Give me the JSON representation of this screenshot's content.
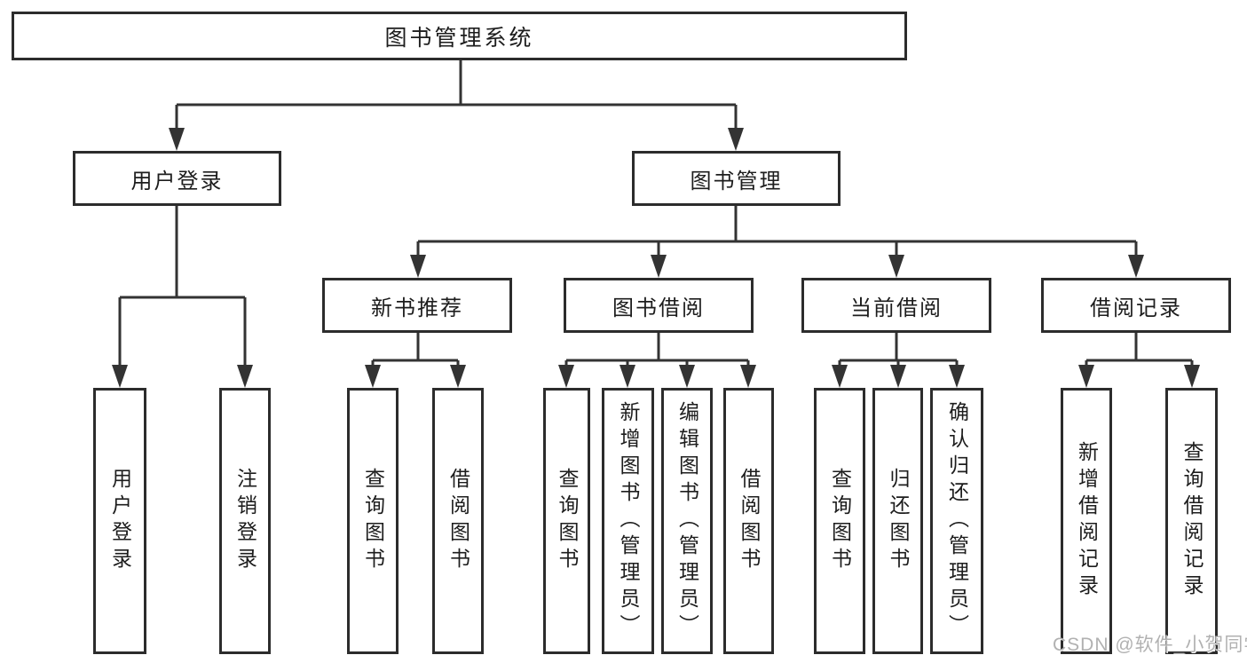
{
  "tree": {
    "label": "图书管理系统",
    "children": [
      {
        "label": "用户登录",
        "children": [
          {
            "label": "用户登录"
          },
          {
            "label": "注销登录"
          }
        ]
      },
      {
        "label": "图书管理",
        "children": [
          {
            "label": "新书推荐",
            "children": [
              {
                "label": "查询图书"
              },
              {
                "label": "借阅图书"
              }
            ]
          },
          {
            "label": "图书借阅",
            "children": [
              {
                "label": "查询图书"
              },
              {
                "label": "新增图书（管理员）"
              },
              {
                "label": "编辑图书（管理员）"
              },
              {
                "label": "借阅图书"
              }
            ]
          },
          {
            "label": "当前借阅",
            "children": [
              {
                "label": "查询图书"
              },
              {
                "label": "归还图书"
              },
              {
                "label": "确认归还（管理员）"
              }
            ]
          },
          {
            "label": "借阅记录",
            "children": [
              {
                "label": "新增借阅记录"
              },
              {
                "label": "查询借阅记录"
              }
            ]
          }
        ]
      }
    ]
  },
  "watermark": {
    "text": "CSDN @软件_小贺同学"
  },
  "colors": {
    "line": "#333333",
    "box_border": "#2c2c2c",
    "text": "#1d1d1d",
    "watermark": "#b1b1b1",
    "background": "#ffffff"
  }
}
